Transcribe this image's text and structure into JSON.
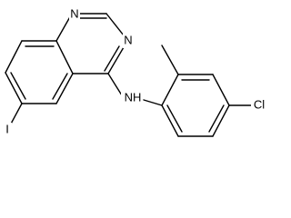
{
  "molecule": {
    "atom_labels": {
      "n1": "N",
      "n3": "N",
      "nh": "NH",
      "cl": "Cl",
      "iodo": "I"
    },
    "colors": {
      "bond": "#000000",
      "label": "#000000",
      "background": "#ffffff"
    }
  }
}
